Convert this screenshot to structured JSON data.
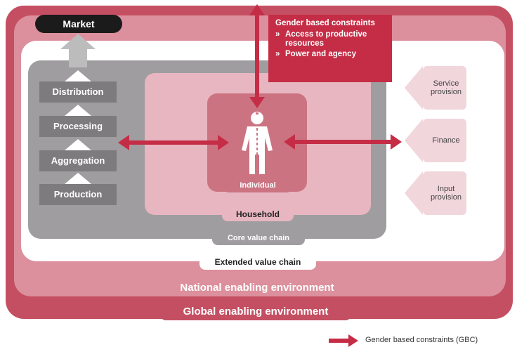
{
  "market": {
    "label": "Market"
  },
  "value_chain_stages": [
    {
      "label": "Distribution"
    },
    {
      "label": "Processing"
    },
    {
      "label": "Aggregation"
    },
    {
      "label": "Production"
    }
  ],
  "gbc_box": {
    "title": "Gender based constraints",
    "items": [
      {
        "bullet": "»",
        "text": "Access to productive resources"
      },
      {
        "bullet": "»",
        "text": "Power and agency"
      }
    ]
  },
  "support_services": [
    {
      "label": "Service provision"
    },
    {
      "label": "Finance"
    },
    {
      "label": "Input provision"
    }
  ],
  "layers": {
    "individual": "Individual",
    "household": "Household",
    "core": "Core value chain",
    "extended": "Extended value chain",
    "national": "National enabling environment",
    "global": "Global enabling environment"
  },
  "legend": {
    "label": "Gender based constraints (GBC)",
    "arrow_color": "#c52d46"
  },
  "colors": {
    "gbc_red": "#c52d46",
    "global_env": "#c44f62",
    "national_env": "#dc8f9c",
    "core_chain": "#9f9d9f",
    "household": "#e7b6c0",
    "individual": "#cc7382",
    "stage_box": "#7d7b7d",
    "support_tag": "#f1d6db"
  },
  "icons": {
    "person": "person-icon"
  }
}
